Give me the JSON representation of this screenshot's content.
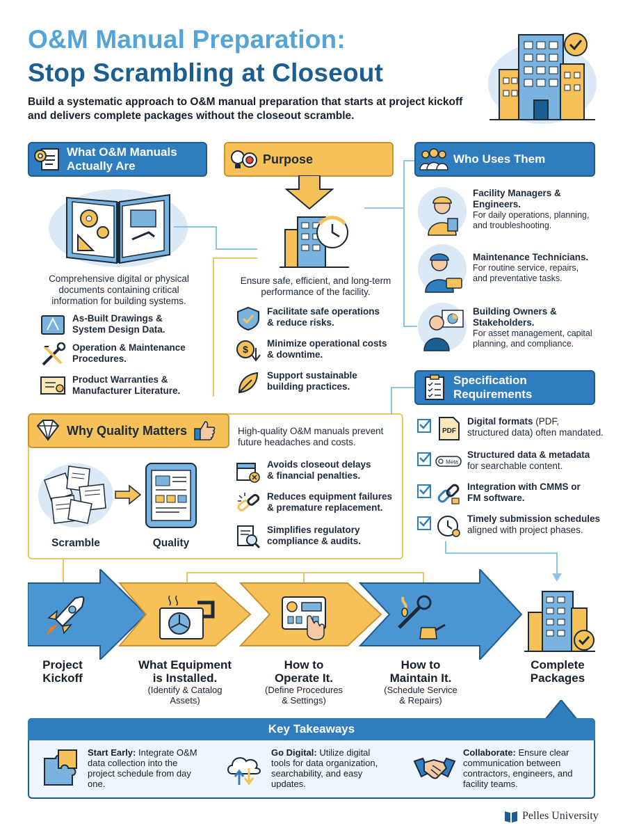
{
  "header": {
    "title_line1": "O&M Manual Preparation:",
    "title_line2": "Stop Scrambling at Closeout",
    "subtitle": "Build a systematic approach to O&M manual preparation that starts at project kickoff and delivers complete packages without the closeout scramble."
  },
  "what_are": {
    "title_line1": "What O&M Manuals",
    "title_line2": "Actually Are",
    "description": "Comprehensive digital or physical documents containing critical information for building systems.",
    "items": [
      {
        "label_line1": "As-Built Drawings &",
        "label_line2": "System Design Data.",
        "icon": "blueprint-icon"
      },
      {
        "label_line1": "Operation & Maintenance",
        "label_line2": "Procedures.",
        "icon": "tools-icon"
      },
      {
        "label_line1": "Product Warranties &",
        "label_line2": "Manufacturer Literature.",
        "icon": "certificate-icon"
      }
    ]
  },
  "purpose": {
    "title": "Purpose",
    "description": "Ensure safe, efficient, and long-term performance of the facility.",
    "items": [
      {
        "label_line1": "Facilitate safe operations",
        "label_line2": "& reduce risks.",
        "icon": "shield-check-icon"
      },
      {
        "label_line1": "Minimize operational costs",
        "label_line2": "& downtime.",
        "icon": "dollar-down-icon"
      },
      {
        "label_line1": "Support sustainable",
        "label_line2": "building practices.",
        "icon": "leaf-icon"
      }
    ]
  },
  "who_uses": {
    "title": "Who Uses Them",
    "users": [
      {
        "name_line1": "Facility Managers &",
        "name_line2": "Engineers.",
        "desc_line1": "For daily operations, planning,",
        "desc_line2": "and troubleshooting."
      },
      {
        "name_line1": "Maintenance Technicians.",
        "name_line2": "",
        "desc_line1": "For routine service, repairs,",
        "desc_line2": "and preventative tasks."
      },
      {
        "name_line1": "Building Owners &",
        "name_line2": "Stakeholders.",
        "desc_line1": "For asset management, capital",
        "desc_line2": "planning, and compliance."
      }
    ]
  },
  "quality": {
    "title": "Why Quality Matters",
    "intro_line1": "High-quality O&M manuals prevent",
    "intro_line2": "future headaches and costs.",
    "scramble_label": "Scramble",
    "quality_label": "Quality",
    "items": [
      {
        "label_line1": "Avoids closeout delays",
        "label_line2": "& financial penalties."
      },
      {
        "label_line1": "Reduces equipment failures",
        "label_line2": "& premature replacement."
      },
      {
        "label_line1": "Simplifies regulatory",
        "label_line2": "compliance & audits."
      }
    ]
  },
  "spec": {
    "title_line1": "Specification",
    "title_line2": "Requirements",
    "items": [
      {
        "bold": "Digital formats",
        "rest_line1": " (PDF,",
        "rest_line2": "structured data) often mandated."
      },
      {
        "bold": "Structured data & metadata",
        "rest_line1": "",
        "rest_line2": "for searchable content."
      },
      {
        "bold": "Integration with CMMS or",
        "rest_line1": "",
        "rest_line2": "FM software."
      },
      {
        "bold": "Timely submission schedules",
        "rest_line1": "",
        "rest_line2": "aligned with project phases."
      }
    ],
    "pdf_tag": "PDF",
    "meta_tag": "Meta"
  },
  "process": {
    "steps": [
      {
        "label_line1": "Project",
        "label_line2": "Kickoff",
        "sub_line1": "",
        "sub_line2": ""
      },
      {
        "label_line1": "What Equipment",
        "label_line2": "is Installed.",
        "sub_line1": "(Identify & Catalog",
        "sub_line2": "Assets)"
      },
      {
        "label_line1": "How to",
        "label_line2": "Operate It.",
        "sub_line1": "(Define Procedures",
        "sub_line2": "& Settings)"
      },
      {
        "label_line1": "How to",
        "label_line2": "Maintain It.",
        "sub_line1": "(Schedule Service",
        "sub_line2": "& Repairs)"
      },
      {
        "label_line1": "Complete",
        "label_line2": "Packages",
        "sub_line1": "",
        "sub_line2": ""
      }
    ]
  },
  "takeaways": {
    "title": "Key Takeaways",
    "items": [
      {
        "bold": "Start Early:",
        "text_line1": " Integrate O&M",
        "text_line2": "data collection into the",
        "text_line3": "project schedule from day",
        "text_line4": "one."
      },
      {
        "bold": "Go Digital:",
        "text_line1": " Utilize digital",
        "text_line2": "tools for data organization,",
        "text_line3": "searchability, and easy",
        "text_line4": "updates."
      },
      {
        "bold": "Collaborate:",
        "text_line1": " Ensure clear",
        "text_line2": "communication between",
        "text_line3": "contractors, engineers, and",
        "text_line4": "facility teams."
      }
    ]
  },
  "footer": {
    "brand": "Pelles University"
  },
  "colors": {
    "primary_blue": "#2f7dbf",
    "dark_blue": "#1b5e92",
    "light_blue": "#55a4d8",
    "accent_yellow": "#f5c158"
  }
}
